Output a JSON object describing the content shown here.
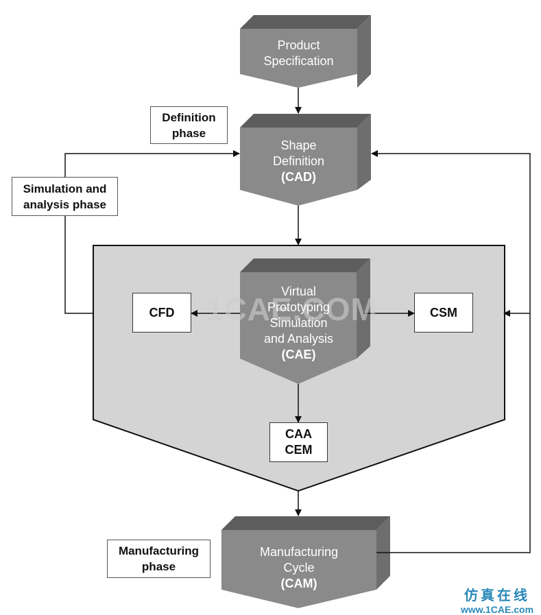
{
  "diagram": {
    "product_spec": [
      "Product",
      "Specification"
    ],
    "shape_def": [
      "Shape",
      "Definition",
      "(CAD)"
    ],
    "virtual": [
      "Virtual",
      "Prototyping",
      "Simulation",
      "and Analysis",
      "(CAE)"
    ],
    "manufacturing": [
      "Manufacturing",
      "Cycle",
      "(CAM)"
    ],
    "cfd": "CFD",
    "csm": "CSM",
    "caa_cem": [
      "CAA",
      "CEM"
    ],
    "definition_phase": [
      "Definition",
      "phase"
    ],
    "simulation_phase": [
      "Simulation and",
      "analysis phase"
    ],
    "manufacturing_phase": [
      "Manufacturing",
      "phase"
    ]
  },
  "watermark": "1CAE.COM",
  "logo": {
    "cn": "仿真在线",
    "en": "www.1CAE.com"
  },
  "colors": {
    "block_front": "#8a8a8a",
    "block_top": "#5d5d5d",
    "block_side": "#6e6e6e",
    "panel_fill": "#d4d4d4",
    "line": "#111111"
  }
}
